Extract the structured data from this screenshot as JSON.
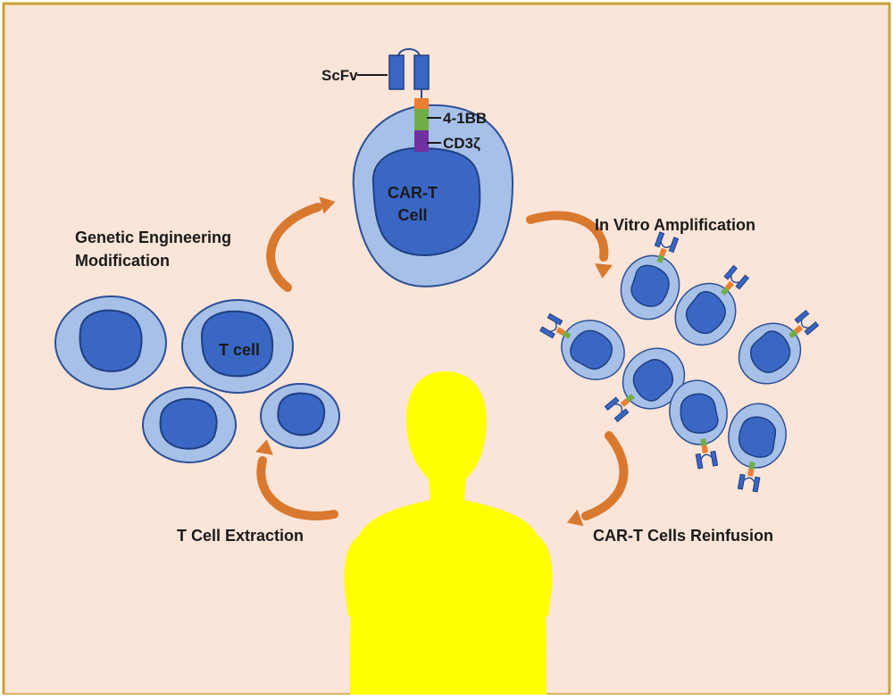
{
  "labels": {
    "scfv": "ScFv",
    "costim_domain": "4-1BB",
    "signal_domain": "CD3ζ",
    "car_t_line1": "CAR-T",
    "car_t_line2": "Cell",
    "t_cell": "T cell",
    "genetic_line1": "Genetic Engineering",
    "genetic_line2": "Modification",
    "in_vitro": "In Vitro Amplification",
    "extraction": "T Cell Extraction",
    "reinfusion": "CAR-T Cells Reinfusion"
  },
  "colors": {
    "background": "#fbe5d8",
    "frame": "#c9a43a",
    "cell_outer": "#a7c0e8",
    "cell_nucleus": "#3a67c4",
    "cell_stroke": "#2c4f96",
    "arrow": "#d9782f",
    "human": "#ffff00",
    "scfv_block": "#3a67c4",
    "hinge": "#ed7d31",
    "costim": "#70ad47",
    "signal": "#7030a0"
  }
}
